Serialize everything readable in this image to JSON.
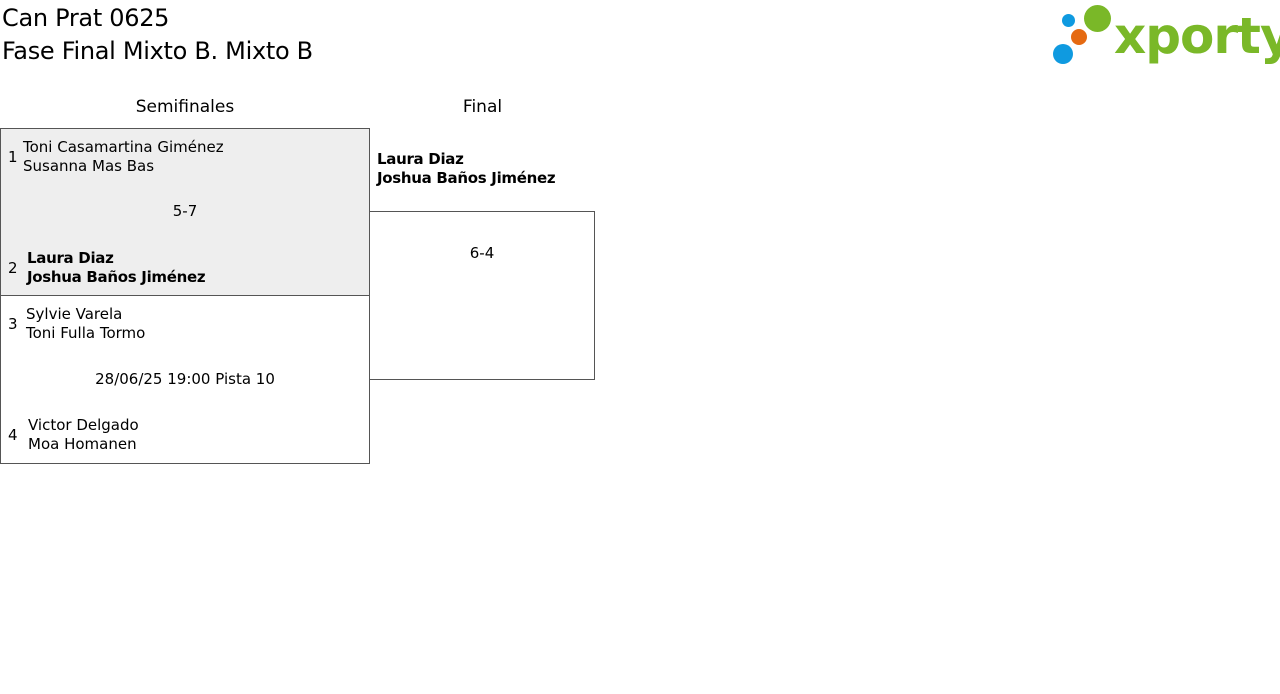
{
  "header": {
    "title": "Can Prat 0625",
    "subtitle": "Fase Final Mixto B. Mixto B"
  },
  "logo": {
    "text": "xporty",
    "colors": {
      "green": "#7ab828",
      "blue": "#0f9ae0",
      "orange": "#e56a12"
    }
  },
  "rounds": [
    {
      "label": "Semifinales"
    },
    {
      "label": "Final"
    }
  ],
  "semifinals": [
    {
      "info": "5-7",
      "highlighted": true,
      "team_a": {
        "seed": "1",
        "players": [
          "Toni Casamartina Giménez",
          "Susanna Mas Bas"
        ]
      },
      "team_b": {
        "seed": "2",
        "players": [
          "Laura Diaz",
          "Joshua Baños Jiménez"
        ]
      }
    },
    {
      "info": "28/06/25 19:00 Pista 10",
      "highlighted": false,
      "team_a": {
        "seed": "3",
        "players": [
          "Sylvie Varela",
          "Toni Fulla Tormo"
        ]
      },
      "team_b": {
        "seed": "4",
        "players": [
          "Victor Delgado",
          "Moa Homanen"
        ]
      }
    }
  ],
  "final": {
    "team": {
      "players": [
        "Laura Diaz",
        "Joshua Baños Jiménez"
      ]
    },
    "score": "6-4"
  }
}
